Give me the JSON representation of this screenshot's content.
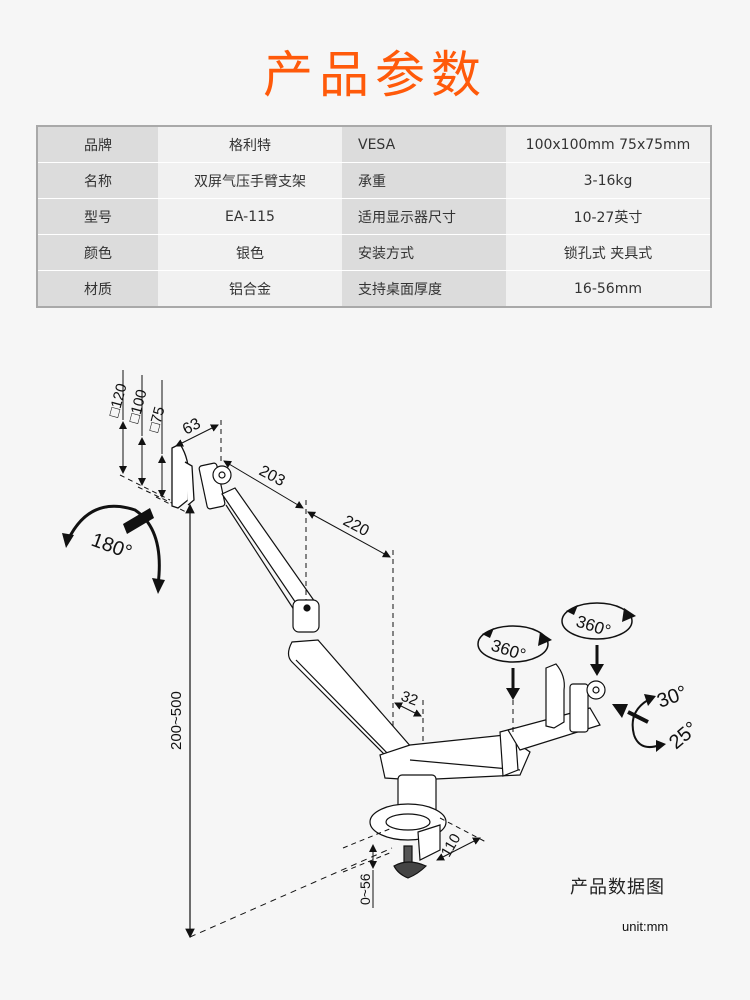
{
  "title": "产品参数",
  "specs": {
    "rows": [
      {
        "label1": "品牌",
        "value1": "格利特",
        "label2": "VESA",
        "value2": "100x100mm   75x75mm"
      },
      {
        "label1": "名称",
        "value1": "双屏气压手臂支架",
        "label2": "承重",
        "value2": "3-16kg"
      },
      {
        "label1": "型号",
        "value1": "EA-115",
        "label2": "适用显示器尺寸",
        "value2": "10-27英寸"
      },
      {
        "label1": "颜色",
        "value1": "银色",
        "label2": "安装方式",
        "value2": "锁孔式  夹具式"
      },
      {
        "label1": "材质",
        "value1": "铝合金",
        "label2": "支持桌面厚度",
        "value2": "16-56mm"
      }
    ]
  },
  "diagram": {
    "vesa_labels": [
      "□120",
      "□100",
      "□75"
    ],
    "dimensions": {
      "plate_offset": "63",
      "arm_upper": "203",
      "arm_lower": "220",
      "pole_offset": "32",
      "height_range": "200~500",
      "clamp_depth": "110",
      "desk_thickness": "0~56"
    },
    "rotations": {
      "tilt_left": "180°",
      "swivel_1": "360°",
      "swivel_2": "360°",
      "tilt_up": "30°",
      "tilt_down": "25°"
    },
    "caption": "产品数据图",
    "unit": "unit:mm"
  },
  "colors": {
    "title": "#ff5a0a",
    "background": "#f6f6f6",
    "label_cell": "#dcdcdc",
    "value_cell": "#f1f1f1",
    "table_border": "#a9a9a9"
  }
}
